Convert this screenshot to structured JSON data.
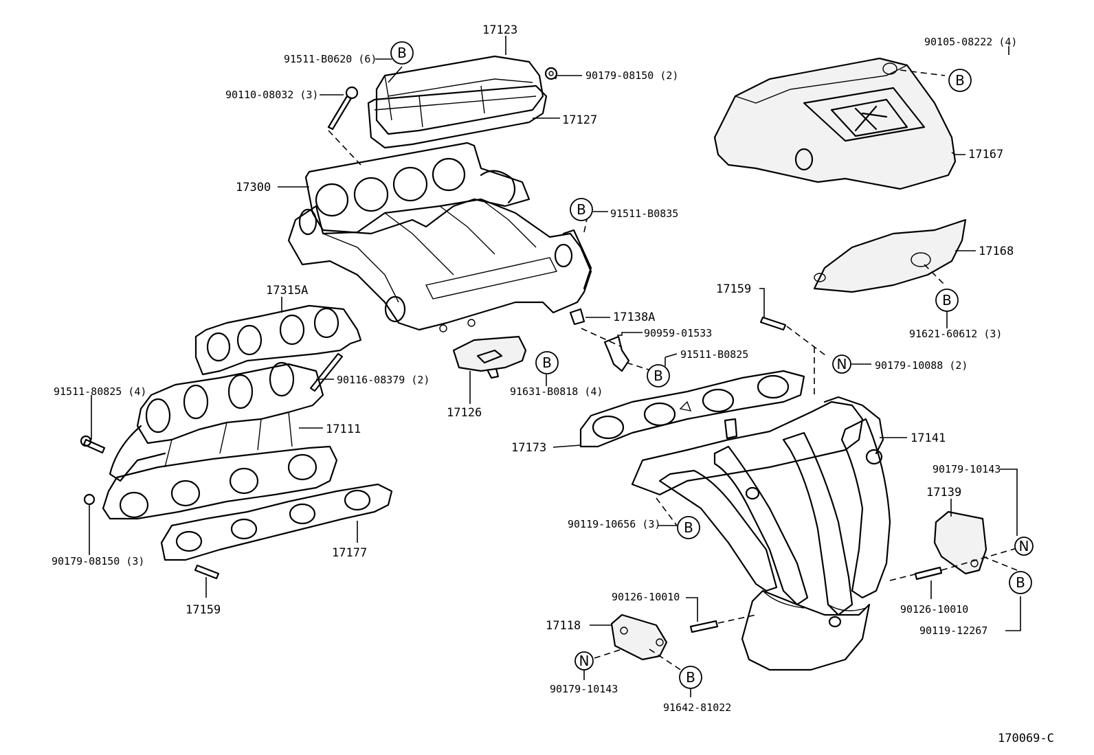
{
  "diagram_code": "170069-C",
  "symbols": {
    "b": "B",
    "n": "N"
  },
  "labels": {
    "p17123": "17123",
    "p91511_B0620": "91511-B0620 (6)",
    "p90179_08150_2": "90179-08150 (2)",
    "p90110_08032": "90110-08032 (3)",
    "p17127": "17127",
    "p17300": "17300",
    "p91511_B0835": "91511-B0835",
    "p90105_08222": "90105-08222 (4)",
    "p17167": "17167",
    "p17168": "17168",
    "p91621_60612": "91621-60612 (3)",
    "p17315A": "17315A",
    "p17159_top": "17159",
    "p17138A": "17138A",
    "p90959_01533": "90959-01533",
    "p91511_B0825": "91511-B0825",
    "p90179_10088": "90179-10088 (2)",
    "p90116_08379": "90116-08379 (2)",
    "p91631_B0818": "91631-B0818 (4)",
    "p17126": "17126",
    "p91511_80825": "91511-80825 (4)",
    "p17111": "17111",
    "p17173": "17173",
    "p17141": "17141",
    "p90179_10143_r": "90179-10143",
    "p17139": "17139",
    "p90119_10656": "90119-10656 (3)",
    "p90179_08150_3": "90179-08150 (3)",
    "p17177": "17177",
    "p17159_bot": "17159",
    "p90126_10010_l": "90126-10010",
    "p90126_10010_r": "90126-10010",
    "p17118": "17118",
    "p90119_12267": "90119-12267",
    "p90179_10143_b": "90179-10143",
    "p91642_81022": "91642-81022"
  }
}
